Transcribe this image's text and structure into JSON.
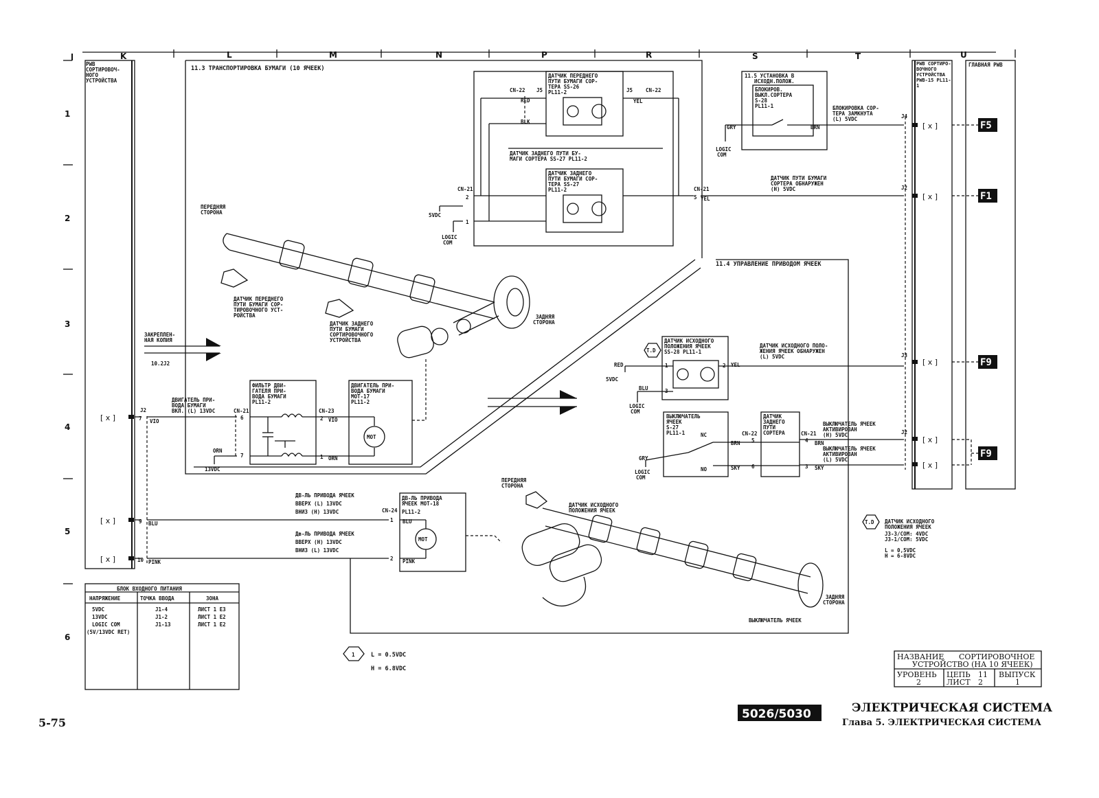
{
  "zones": {
    "cols": [
      "K",
      "L",
      "M",
      "N",
      "P",
      "R",
      "S",
      "T",
      "U"
    ],
    "rows": [
      "1",
      "2",
      "3",
      "4",
      "5",
      "6"
    ]
  },
  "pwb_left": {
    "label": "PWB СОРТИРОВОЧ-НОГО УСТРОЙСТВА"
  },
  "pwb_right": {
    "label": "PWB СОРТИРО-ВОЧНОГО УСТРОЙСТВА PWB-15 PL11-1"
  },
  "main_pwb": {
    "label": "ГЛАВНАЯ PWB",
    "codes": [
      "F5",
      "F1",
      "F9",
      "F9"
    ]
  },
  "sec_11_3": "11.3  ТРАНСПОРТИРОВКА БУМАГИ (10 ЯЧЕЕК)",
  "sec_11_4": "11.4  УПРАВЛЕНИЕ ПРИВОДОМ ЯЧЕЕК",
  "sec_11_5": {
    "l1": "11.5 УСТАНОВКА В",
    "l2": "ИСХОДН.ПОЛОЖ."
  },
  "interlock": {
    "l1": "БЛОКИРОВ.",
    "l2": "ВЫКЛ.СОРТЕРА",
    "l3": "S-28",
    "l4": "PL11-1",
    "sig1": "БЛОКИРОВКА СОР-",
    "sig2": "ТЕРА ЗАМКНУТА",
    "sig3": "(L) 5VDC"
  },
  "ss26": {
    "l1": "ДАТЧИК ПЕРЕДНЕГО",
    "l2": "ПУТИ БУМАГИ СОР-",
    "l3": "ТЕРА SS-26",
    "l4": "PL11-2"
  },
  "ss27_note": {
    "l1": "ДАТЧИК ЗАДНЕГО ПУТИ БУ-",
    "l2": "МАГИ СОРТЕРА SS-27 PL11-2"
  },
  "ss27": {
    "l1": "ДАТЧИК ЗАДНЕГО",
    "l2": "ПУТИ БУМАГИ СОР-",
    "l3": "ТЕРА SS-27",
    "l4": "PL11-2"
  },
  "path_sig": {
    "l1": "ДАТЧИК ПУТИ БУМАГИ",
    "l2": "СОРТЕРА ОБНАРУЖЕН",
    "l3": "(H) 5VDC"
  },
  "front_side": {
    "l1": "ПЕРЕДНЯЯ",
    "l2": "СТОРОНА"
  },
  "rear_side": {
    "l1": "ЗАДНЯЯ",
    "l2": "СТОРОНА"
  },
  "front_sensor": {
    "l1": "ДАТЧИК ПЕРЕДНЕГО",
    "l2": "ПУТИ БУМАГИ СОР-",
    "l3": "ТИРОВОЧНОГО УСТ-",
    "l4": "РОЙСТВА"
  },
  "rear_sensor": {
    "l1": "ДАТЧИК ЗАДНЕГО",
    "l2": "ПУТИ БУМАГИ",
    "l3": "СОРТИРОВОЧНОГО",
    "l4": "УСТРОЙСТВА"
  },
  "stapled": {
    "l1": "ЗАКРЕПЛЕН-",
    "l2": "НАЯ КОПИЯ",
    "ref": "10.2J2"
  },
  "motor_sig": {
    "l1": "ДВИГАТЕЛЬ ПРИ-",
    "l2": "ВОДА БУМАГИ",
    "l3": "ВКЛ. (L) 13VDC"
  },
  "filter": {
    "l1": "ФИЛЬТР ДВИ-",
    "l2": "ГАТЕЛЯ ПРИ-",
    "l3": "ВОДА БУМАГИ",
    "l4": "PL11-2"
  },
  "mot17": {
    "l1": "ДВИГАТЕЛЬ ПРИ-",
    "l2": "ВОДА БУМАГИ",
    "l3": "MOT-17",
    "l4": "PL11-2",
    "sym": "MOT"
  },
  "bin_drive": {
    "a1": "ДВ-ЛЬ ПРИВОДА ЯЧЕЕК",
    "a2": "ВВЕРХ (L) 13VDC",
    "a3": "ВНИЗ (H) 13VDC",
    "b1": "Дв-ЛЬ ПРИВОДА ЯЧЕЕК",
    "b2": "ВВЕРХ (H) 13VDC",
    "b3": "ВНИЗ (L) 13VDC"
  },
  "mot18": {
    "l1": "ДВ-ЛЬ ПРИВОДА",
    "l2": "ЯЧЕЕК MOT-18",
    "l3": "PL11-2",
    "sym": "MOT"
  },
  "ss28": {
    "l1": "ДАТЧИК ИСХОДНОГО",
    "l2": "ПОЛОЖЕНИЯ ЯЧЕЕК",
    "l3": "SS-28  PL11-1"
  },
  "home_sig": {
    "l1": "ДАТЧИК ИСХОДНОГО ПОЛО-",
    "l2": "ЖЕНИЯ ЯЧЕЕК ОБНАРУЖЕН",
    "l3": "(L) 5VDC"
  },
  "s27": {
    "l1": "ВЫКЛЮЧАТЕЛЬ",
    "l2": "ЯЧЕЕК",
    "l3": "S-27",
    "l4": "PL11-1"
  },
  "rear_path": {
    "l1": "ДАТЧИК",
    "l2": "ЗАДНЕГО",
    "l3": "ПУТИ",
    "l4": "СОРТЕРА"
  },
  "sw_sig1": {
    "l1": "ВЫКЛЮЧАТЕЛЬ ЯЧЕЕК",
    "l2": "АКТИВИРОВАН",
    "l3": "(H) 5VDC"
  },
  "sw_sig2": {
    "l1": "ВЫКЛЮЧАТЕЛЬ ЯЧЕЕК",
    "l2": "АКТИВИРОВАН",
    "l3": "(L) 5VDC"
  },
  "bin_home": {
    "l1": "ДАТЧИК ИСХОДНОГО",
    "l2": "ПОЛОЖЕНИЯ ЯЧЕЕК"
  },
  "bin_switch": "ВЫКЛЮЧАТЕЛЬ ЯЧЕЕК",
  "td_note": {
    "l1": "ДАТЧИК ИСХОДНОГО",
    "l2": "ПОЛОЖЕНИЯ ЯЧЕЕК",
    "l3": "J3-3/COM: 4VDC",
    "l4": "J3-1/COM: 5VDC",
    "l5": "L = 0,5VDC",
    "l6": "H = 6-8VDC"
  },
  "note1": {
    "l1": "L = 0.5VDC",
    "l2": "H = 6.8VDC",
    "num": "1"
  },
  "td_sym": "T.D",
  "wire": {
    "red": "RED",
    "blk": "BLK",
    "yel": "YEL",
    "gry": "GRY",
    "brn": "BRN",
    "blu": "BLU",
    "vio": "VIO",
    "orn": "ORN",
    "pink": "PINK",
    "sky": "SKY",
    "nc": "NC",
    "no": "NO"
  },
  "volt": {
    "v5": "5VDC",
    "v13": "13VDC",
    "logic": "LOGIC",
    "com": "COM"
  },
  "conn": {
    "cn22": "CN-22",
    "j5": "J5",
    "cn21": "CN-21",
    "cn23": "CN-23",
    "cn24": "CN-24",
    "j2": "J2",
    "j3": "J3",
    "j4": "J4"
  },
  "fault": "[ x ]",
  "power_table": {
    "title": "БЛОК ВХОДНОГО ПИТАНИЯ",
    "headers": [
      "НАПРЯЖЕНИЕ",
      "ТОЧКА ВВОДА",
      "ЗОНА"
    ],
    "rows": [
      [
        "5VDC",
        "J1-4",
        "ЛИСТ 1 E3"
      ],
      [
        "13VDC",
        "J1-2",
        "ЛИСТ 1 E2"
      ],
      [
        "LOGIC COM",
        "J1-13",
        "ЛИСТ 1 E2"
      ],
      [
        "(5V/13VDC RET)",
        "",
        ""
      ]
    ]
  },
  "title_block": {
    "name_label": "НАЗВАНИЕ",
    "name1": "СОРТИРОВОЧНОЕ",
    "name2": "УСТРОЙСТВО (НА 10 ЯЧЕЕК)",
    "level": "УРОВЕНЬ",
    "level_v": "2",
    "chain": "ЦЕПЬ",
    "chain_v": "11",
    "sheet": "ЛИСТ",
    "sheet_v": "2",
    "issue": "ВЫПУСК",
    "issue_v": "1"
  },
  "model_badge": "5026/5030",
  "heading": "ЭЛЕКТРИЧЕСКАЯ СИСТЕМА",
  "subheading": "Глава 5. ЭЛЕКТРИЧЕСКАЯ СИСТЕМА",
  "page_num": "5-75"
}
